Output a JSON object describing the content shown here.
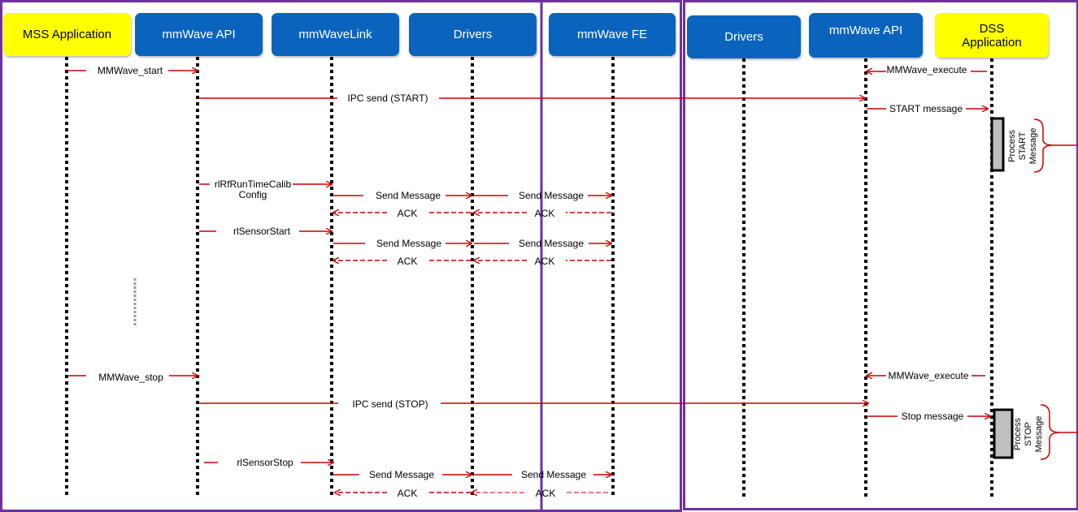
{
  "colors": {
    "blue_box": "#0a64be",
    "yellow_box": "#ffff00",
    "arrow": "#cc0000",
    "frame": "#7030a0",
    "process_box": "#bfbfbf"
  },
  "headers": {
    "mss_app": "MSS Application",
    "mss_api": "mmWave API",
    "mss_link": "mmWaveLink",
    "mss_drivers": "Drivers",
    "fe": "mmWave FE",
    "dss_drivers": "Drivers",
    "dss_api": "mmWave API",
    "dss_app_line1": "DSS",
    "dss_app_line2": "Application"
  },
  "messages": {
    "mmwave_start": "MMWave_start",
    "mmwave_execute_1": "MMWave_execute",
    "ipc_start": "IPC send (START)",
    "start_message": "START message",
    "process_start": [
      "Process",
      "START",
      "Message"
    ],
    "rf_calib_line1": "rlRfRunTimeCalib",
    "rf_calib_line2": "Config",
    "send_message_1a": "Send Message",
    "send_message_1b": "Send Message",
    "ack_1a": "ACK",
    "ack_1b": "ACK",
    "sensor_start": "rlSensorStart",
    "send_message_2a": "Send Message",
    "send_message_2b": "Send Message",
    "ack_2a": "ACK",
    "ack_2b": "ACK",
    "mmwave_stop": "MMWave_stop",
    "mmwave_execute_2": "MMWave_execute",
    "ipc_stop": "IPC send (STOP)",
    "stop_message": "Stop message",
    "process_stop": [
      "Process",
      "STOP",
      "Message"
    ],
    "sensor_stop": "rlSensorStop",
    "send_message_3a": "Send Message",
    "send_message_3b": "Send Message",
    "ack_3a": "ACK",
    "ack_3b": "ACK"
  }
}
